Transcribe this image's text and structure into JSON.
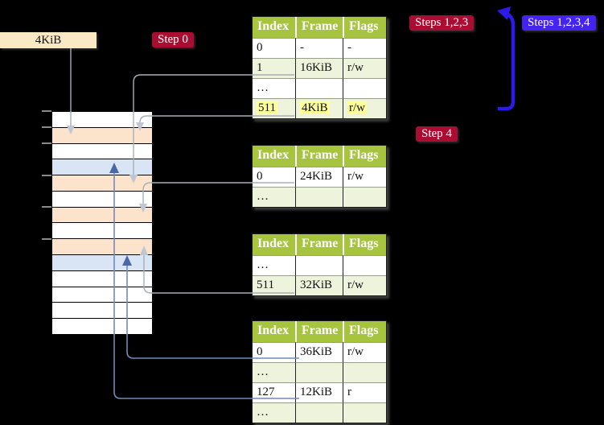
{
  "diagram": {
    "memory_label": "4KiB",
    "step_labels": {
      "step0": "Step 0",
      "steps123": "Steps 1,2,3",
      "steps1234": "Steps 1,2,3,4",
      "step4": "Step 4"
    },
    "memory_rows": [
      "white",
      "peach",
      "white",
      "blue",
      "peach",
      "white",
      "peach",
      "white",
      "peach",
      "blue",
      "white",
      "white",
      "white",
      "white"
    ],
    "tables": [
      {
        "name": "page-table-level-4",
        "headers": [
          "Index",
          "Frame",
          "Flags"
        ],
        "rows": [
          [
            "0",
            "-",
            "-"
          ],
          [
            "1",
            "16KiB",
            "r/w"
          ],
          [
            "…",
            "",
            ""
          ],
          [
            "511",
            "4KiB",
            "r/w"
          ]
        ],
        "highlight_row": 3
      },
      {
        "name": "page-table-level-3",
        "headers": [
          "Index",
          "Frame",
          "Flags"
        ],
        "rows": [
          [
            "0",
            "24KiB",
            "r/w"
          ],
          [
            "…",
            "",
            ""
          ]
        ]
      },
      {
        "name": "page-table-level-2",
        "headers": [
          "Index",
          "Frame",
          "Flags"
        ],
        "rows": [
          [
            "…",
            "",
            ""
          ],
          [
            "511",
            "32KiB",
            "r/w"
          ]
        ]
      },
      {
        "name": "page-table-level-1",
        "headers": [
          "Index",
          "Frame",
          "Flags"
        ],
        "rows": [
          [
            "0",
            "36KiB",
            "r/w"
          ],
          [
            "…",
            "",
            ""
          ],
          [
            "127",
            "12KiB",
            "r"
          ],
          [
            "…",
            "",
            ""
          ]
        ]
      }
    ],
    "colors": {
      "table_header_bg": "#a6c43d",
      "table_row_alt_bg": "#eef3db",
      "highlight_bg": "#ffff9c",
      "crimson_label_bg": "#ac0c31",
      "blue_label_bg": "#4423f2",
      "arrow_blue": "#2b1ae8",
      "wheat_bg": "#f9e9c5",
      "mem_peach": "#fce3cc",
      "mem_blue": "#d9e5f5",
      "connector_gray": "#a8aeb8",
      "connector_gray_head": "#c0c7d2",
      "connector_blue": "#7289be",
      "connector_blue_head": "#4a68a8"
    }
  }
}
